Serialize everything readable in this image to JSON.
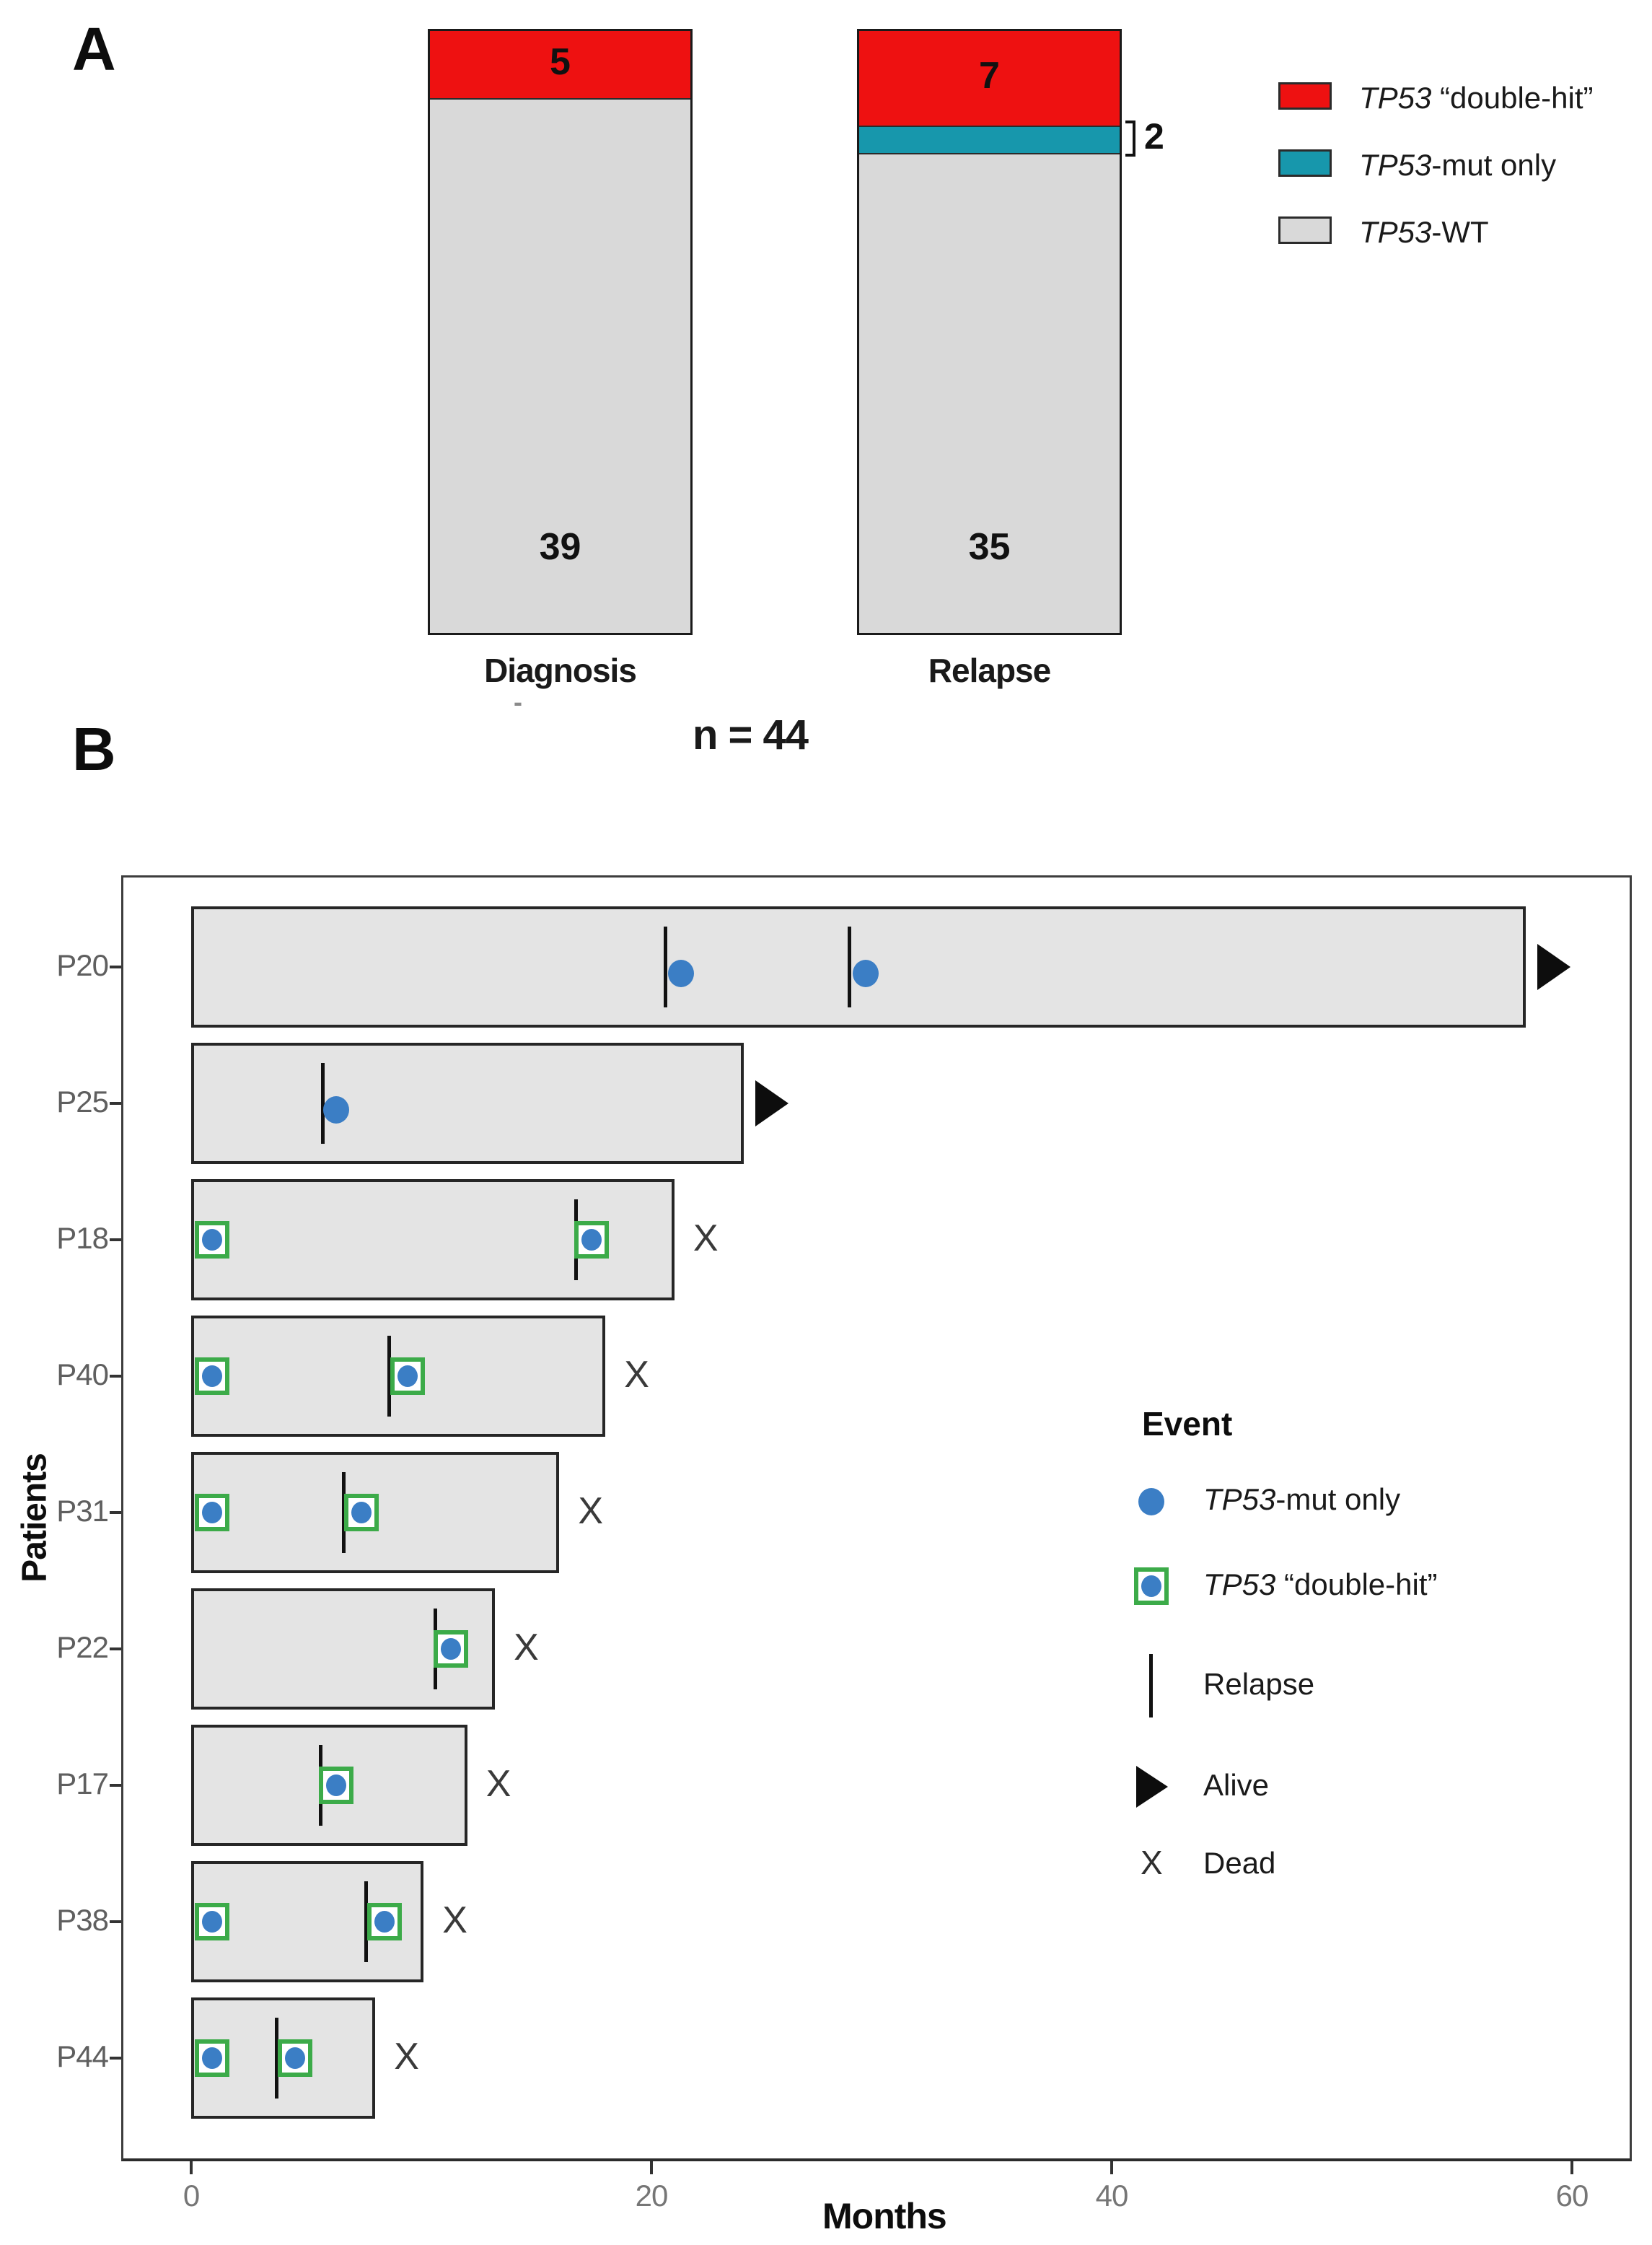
{
  "chart_data": [
    {
      "type": "bar",
      "panel_label": "A",
      "categories": [
        "Diagnosis",
        "Relapse"
      ],
      "total_label": "n = 44",
      "caption_dash": "-",
      "bracket_value": "2",
      "ylim": [
        0,
        44
      ],
      "legend_position": "right",
      "series": [
        {
          "key": "double_hit",
          "name_italic": "TP53",
          "name_rest": " “double-hit”",
          "color": "#ee1111",
          "values": [
            5,
            7
          ]
        },
        {
          "key": "mut_only",
          "name_italic": "TP53",
          "name_rest": "-mut only",
          "color": "#1797ac",
          "values": [
            0,
            2
          ]
        },
        {
          "key": "wt",
          "name_italic": "TP53",
          "name_rest": "-WT",
          "color": "#d9d9d9",
          "values": [
            39,
            35
          ]
        }
      ]
    },
    {
      "type": "swimmer",
      "panel_label": "B",
      "xlabel": "Months",
      "ylabel": "Patients",
      "xticks": [
        0,
        20,
        40,
        60
      ],
      "xlim": [
        0,
        64
      ],
      "legend_title": "Event",
      "dead_marker": "X",
      "legend": [
        {
          "marker": "mut-dot",
          "label_italic": "TP53",
          "label_rest": "-mut only"
        },
        {
          "marker": "double-hit",
          "label_italic": "TP53",
          "label_rest": " “double-hit”"
        },
        {
          "marker": "relapse-line",
          "label_italic": "",
          "label_rest": "Relapse"
        },
        {
          "marker": "alive-triangle",
          "label_italic": "",
          "label_rest": "Alive"
        },
        {
          "marker": "dead-x",
          "label_italic": "",
          "label_rest": "Dead"
        }
      ],
      "patients": [
        {
          "id": "P20",
          "bar_months": 58,
          "relapse_months": [
            20.6,
            28.6
          ],
          "mut_only_months": [
            21.3,
            29.3
          ],
          "double_hit_months": [],
          "status": "alive"
        },
        {
          "id": "P25",
          "bar_months": 24,
          "relapse_months": [
            5.7
          ],
          "mut_only_months": [
            6.3
          ],
          "double_hit_months": [],
          "status": "alive"
        },
        {
          "id": "P18",
          "bar_months": 21,
          "relapse_months": [
            16.7
          ],
          "mut_only_months": [],
          "double_hit_months": [
            0.9,
            17.4
          ],
          "status": "dead"
        },
        {
          "id": "P40",
          "bar_months": 18,
          "relapse_months": [
            8.6
          ],
          "mut_only_months": [],
          "double_hit_months": [
            0.9,
            9.4
          ],
          "status": "dead"
        },
        {
          "id": "P31",
          "bar_months": 16,
          "relapse_months": [
            6.6
          ],
          "mut_only_months": [],
          "double_hit_months": [
            0.9,
            7.4
          ],
          "status": "dead"
        },
        {
          "id": "P22",
          "bar_months": 13.2,
          "relapse_months": [
            10.6
          ],
          "mut_only_months": [],
          "double_hit_months": [
            11.3
          ],
          "status": "dead"
        },
        {
          "id": "P17",
          "bar_months": 12,
          "relapse_months": [
            5.6
          ],
          "mut_only_months": [],
          "double_hit_months": [
            6.3
          ],
          "status": "dead"
        },
        {
          "id": "P38",
          "bar_months": 10.1,
          "relapse_months": [
            7.6
          ],
          "mut_only_months": [],
          "double_hit_months": [
            0.9,
            8.4
          ],
          "status": "dead"
        },
        {
          "id": "P44",
          "bar_months": 8,
          "relapse_months": [
            3.7
          ],
          "mut_only_months": [],
          "double_hit_months": [
            0.9,
            4.5
          ],
          "status": "dead"
        }
      ],
      "colors": {
        "bar_fill": "#e4e4e4",
        "bar_border": "#262626",
        "mut_dot": "#3b7ec5",
        "double_hit_border": "#3cab49",
        "marker_black": "#111111",
        "axis_text": "#767676",
        "patient_label": "#5f5f5f"
      }
    }
  ]
}
